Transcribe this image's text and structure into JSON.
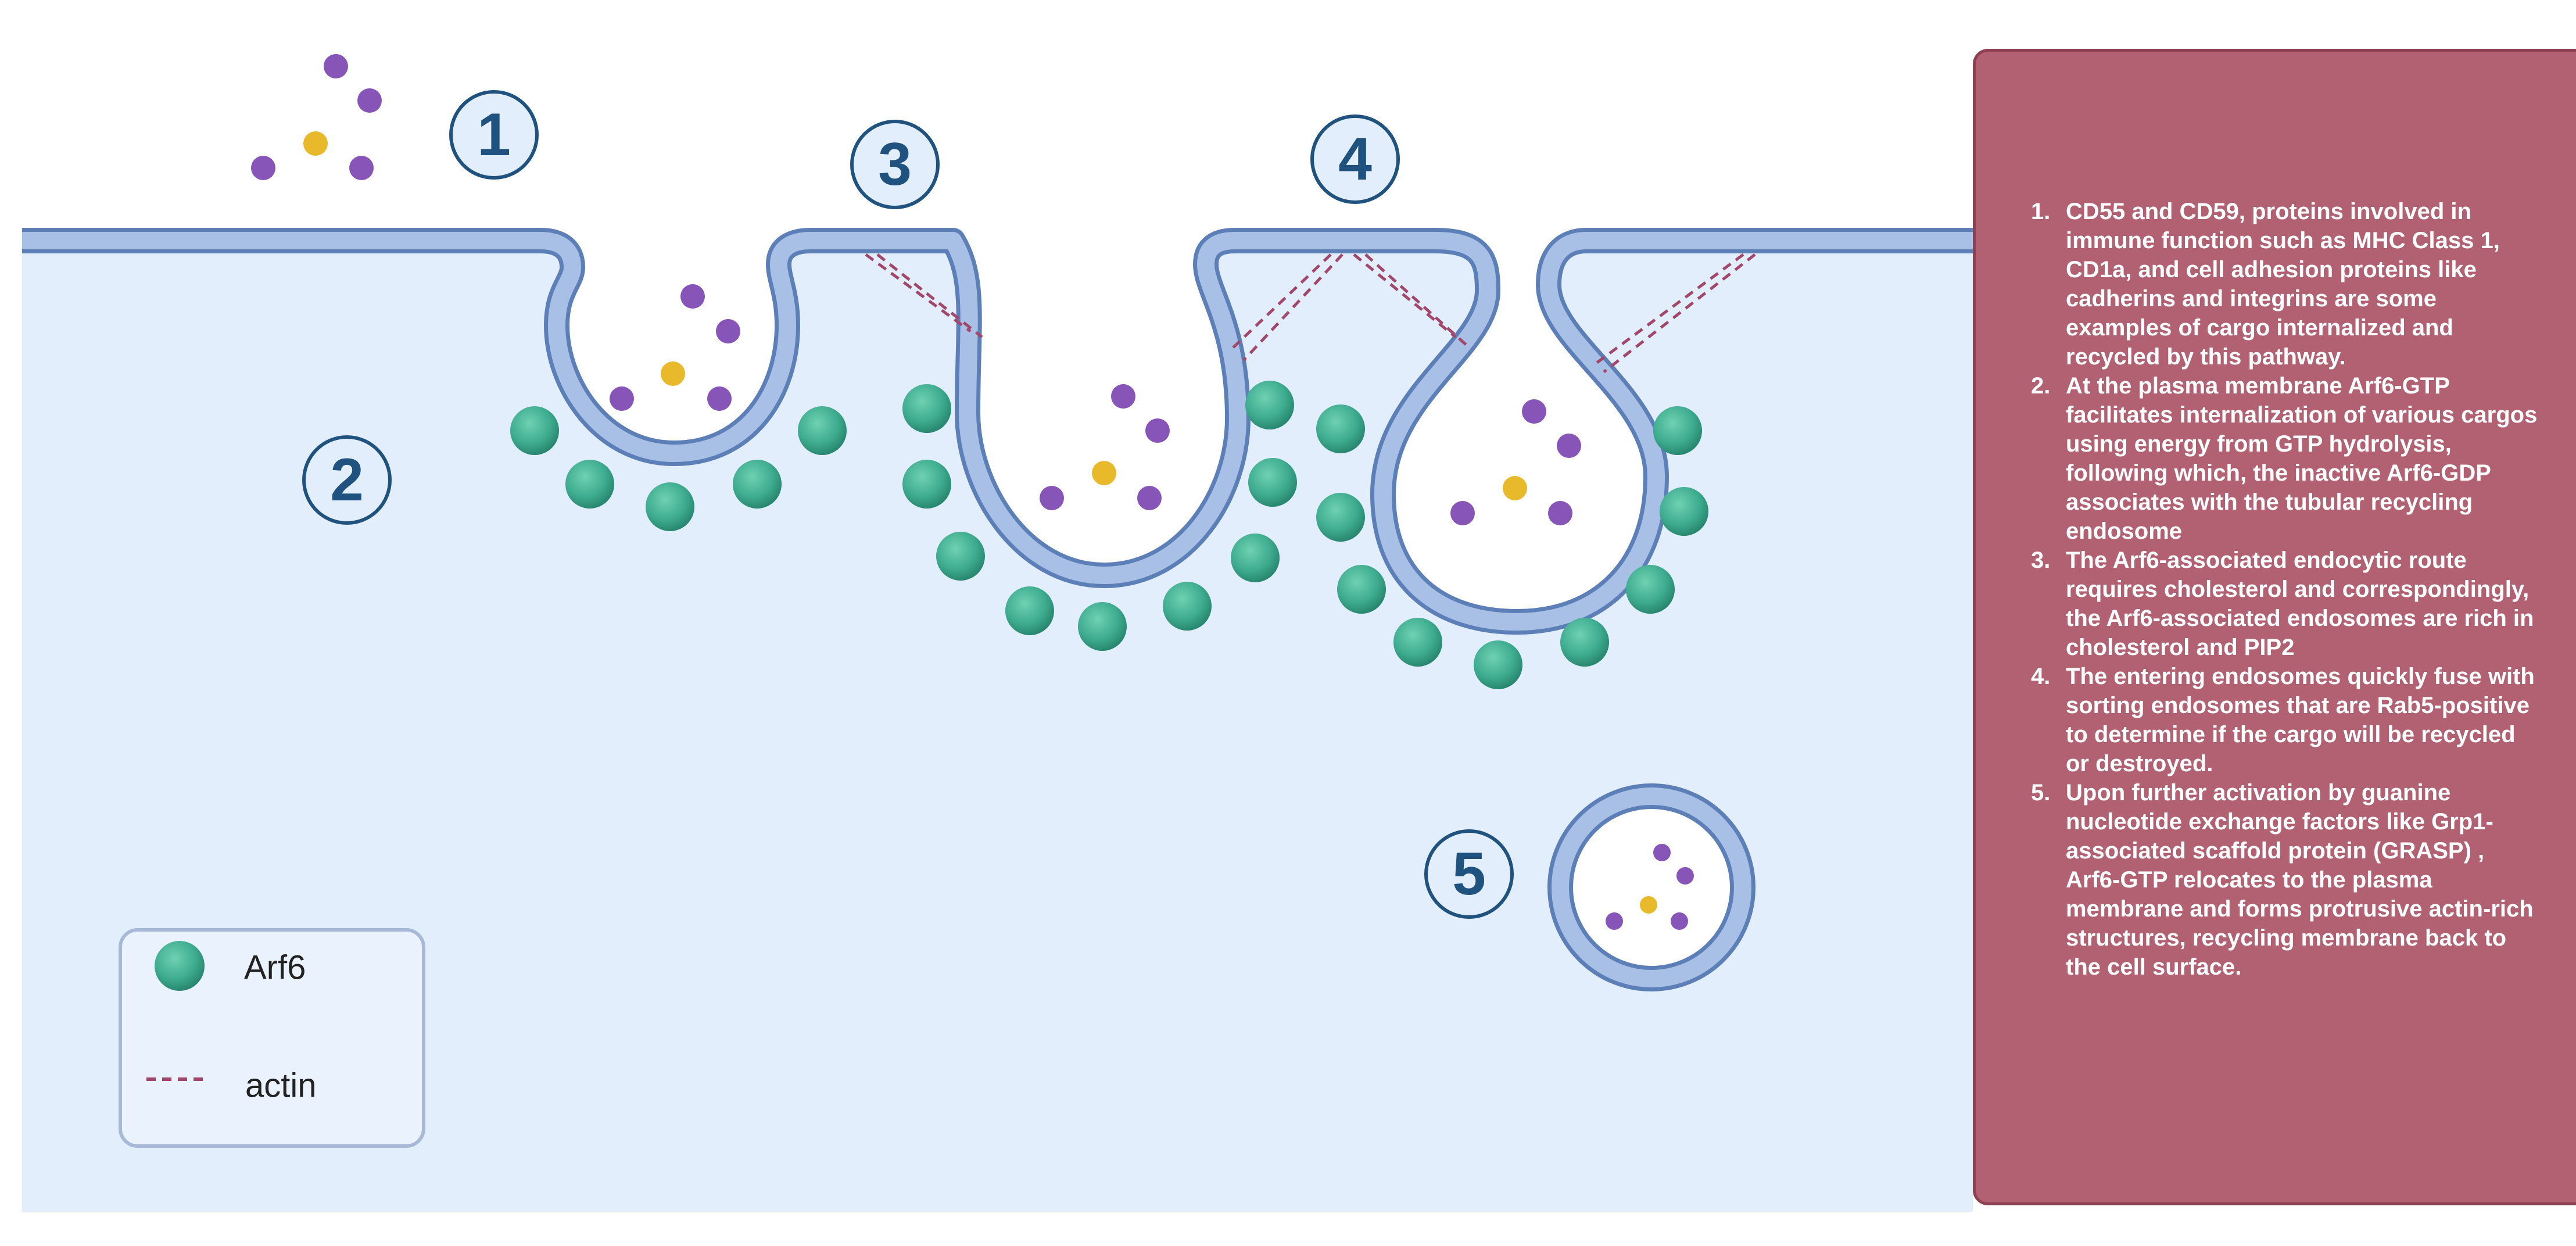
{
  "steps": [
    {
      "label": "1"
    },
    {
      "label": "2"
    },
    {
      "label": "3"
    },
    {
      "label": "4"
    },
    {
      "label": "5"
    }
  ],
  "legend": {
    "arf6_label": "Arf6",
    "actin_label": "actin"
  },
  "info_panel": {
    "items": [
      {
        "number": "1.",
        "text": "CD55 and CD59, proteins involved in immune function such as MHC Class 1, CD1a, and cell adhesion proteins like cadherins and integrins are some examples of cargo internalized and recycled by this pathway."
      },
      {
        "number": "2.",
        "text": "At the plasma membrane Arf6-GTP facilitates internalization of various cargos using energy from GTP hydrolysis, following which, the inactive Arf6-GDP associates with the tubular recycling endosome"
      },
      {
        "number": "3.",
        "text": "The Arf6-associated endocytic route requires cholesterol and correspondingly, the Arf6-associated endosomes are rich in cholesterol and PIP2"
      },
      {
        "number": "4.",
        "text": "The entering endosomes quickly fuse with sorting endosomes that are Rab5-positive to determine if the cargo will be recycled or destroyed."
      },
      {
        "number": "5.",
        "text": "Upon further activation by guanine nucleotide exchange factors like Grp1-associated scaffold protein (GRASP) , Arf6-GTP relocates to the plasma membrane and forms protrusive actin-rich structures, recycling membrane back to the cell surface."
      }
    ]
  },
  "colors": {
    "cytoplasm": "#e3eefc",
    "membrane_fill": "#a8c0e6",
    "membrane_edge": "#5d7fb8",
    "arf6": "#3eab8f",
    "cargo_purple": "#8755b8",
    "cargo_yellow": "#e8b92a",
    "actin": "#a0476a",
    "panel": "#b26173",
    "step_label": "#20527f"
  },
  "icons": {
    "arf6": "green-sphere",
    "cargo": "small-dot",
    "actin": "dashed-line"
  }
}
